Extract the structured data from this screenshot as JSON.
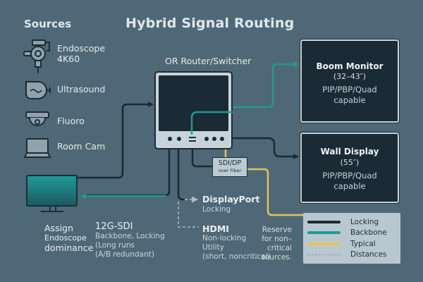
{
  "title": "Hybrid Signal Routing",
  "sources": {
    "heading": "Sources",
    "items": [
      {
        "icon": "endoscope-camera-icon",
        "label_line1": "Endoscope",
        "label_line2": "4K60"
      },
      {
        "icon": "ultrasound-probe-icon",
        "label_line1": "Ultrasound",
        "label_line2": ""
      },
      {
        "icon": "dome-camera-icon",
        "label_line1": "Fluoro",
        "label_line2": ""
      },
      {
        "icon": "laptop-icon",
        "label_line1": "Room Cam",
        "label_line2": ""
      }
    ]
  },
  "router": {
    "label": "OR Router/Switcher",
    "converter_line1": "SDI/DP",
    "converter_line2": "over Fiber"
  },
  "displays": [
    {
      "name": "Boom Monitor",
      "size": "(32–43″)",
      "capability_line1": "PIP/PBP/Quad",
      "capability_line2": "capable"
    },
    {
      "name": "Wall Display",
      "size": "(55″)",
      "capability_line1": "PIP/PBP/Quad",
      "capability_line2": "capable"
    }
  ],
  "console": {
    "label_lines": [
      "Assign",
      "Endoscope",
      "dominance"
    ]
  },
  "links": {
    "sdi": {
      "title": "12G-SDI",
      "lines": [
        "Backbone, Locking",
        "(Long runs",
        "(A/B redundant)"
      ]
    },
    "displayport": {
      "title": "DisplayPort",
      "lines": [
        "Locking"
      ]
    },
    "hdmi": {
      "title": "HDMI",
      "lines": [
        "Non-locking",
        "Utility",
        "(short, noncritical)"
      ]
    },
    "reserve": {
      "lines": [
        "Reserve",
        "for non–",
        "critical",
        "sources."
      ]
    }
  },
  "legend": {
    "items": [
      {
        "label": "Locking",
        "color": "#1b2a33",
        "style": "solid"
      },
      {
        "label": "Backbone",
        "color": "#1f9a96",
        "style": "solid"
      },
      {
        "label": "Typical",
        "color": "#e6c35a",
        "style": "solid"
      },
      {
        "label": "Distances",
        "color": "#8a9ba4",
        "style": "dashed"
      }
    ]
  },
  "colors": {
    "background": "#4f6877",
    "locking": "#1b2a33",
    "backbone": "#1f9a96",
    "typical": "#e6c35a"
  }
}
